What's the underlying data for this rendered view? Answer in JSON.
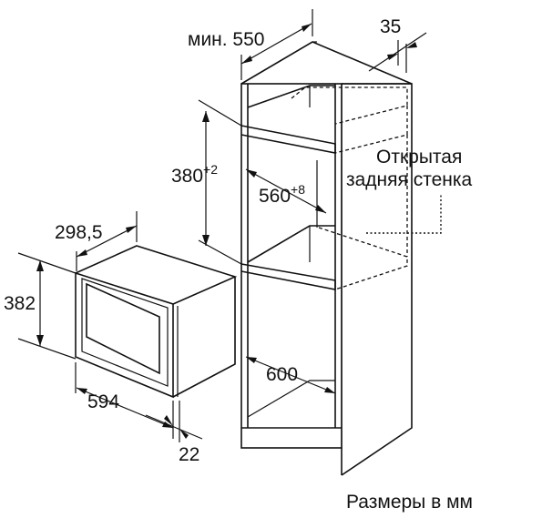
{
  "labels": {
    "min_width": "мин. 550",
    "gap_35": "35",
    "niche_height": "380",
    "niche_height_tol": "+2",
    "niche_width": "560",
    "niche_width_tol": "+8",
    "open_back_line1": "Открытая",
    "open_back_line2": "задняя стенка",
    "depth_298": "298,5",
    "height_382": "382",
    "width_594": "594",
    "frame_22": "22",
    "width_600": "600",
    "units_note": "Размеры в мм"
  }
}
